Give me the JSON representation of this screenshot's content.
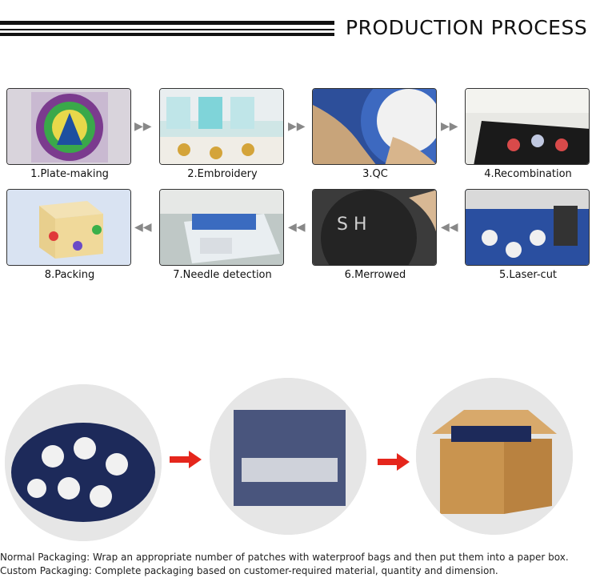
{
  "header": {
    "title": "PRODUCTION PROCESS"
  },
  "steps": [
    {
      "label": "1.Plate-making"
    },
    {
      "label": "2.Embroidery"
    },
    {
      "label": "3.QC"
    },
    {
      "label": "4.Recombination"
    },
    {
      "label": "5.Laser-cut"
    },
    {
      "label": "6.Merrowed"
    },
    {
      "label": "7.Needle detection"
    },
    {
      "label": "8.Packing"
    }
  ],
  "packaging": {
    "normal": "Normal Packaging: Wrap an appropriate number of patches with waterproof bags and then put them into a paper box.",
    "custom": "Custom Packaging: Complete packaging based on customer-required material, quantity and dimension."
  },
  "colors": {
    "arrow_red": "#e5261c",
    "circle_bg": "#e6e6e6",
    "navy": "#1d2a5a"
  }
}
